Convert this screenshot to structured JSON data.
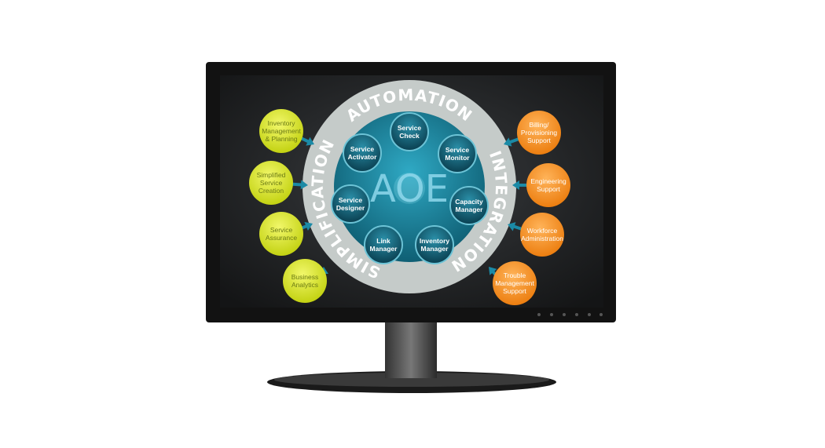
{
  "center": {
    "title": "AOE"
  },
  "ring": {
    "top": "AUTOMATION",
    "right": "INTEGRATION",
    "left": "SIMPLIFICATION"
  },
  "modules": [
    [
      "Service",
      "Check"
    ],
    [
      "Service",
      "Monitor"
    ],
    [
      "Capacity",
      "Manager"
    ],
    [
      "Inventory",
      "Manager"
    ],
    [
      "Link",
      "Manager"
    ],
    [
      "Service",
      "Designer"
    ],
    [
      "Service",
      "Activator"
    ]
  ],
  "left_items": [
    [
      "Inventory",
      "Management",
      "& Planning"
    ],
    [
      "Simplified",
      "Service",
      "Creation"
    ],
    [
      "Service",
      "Assurance"
    ],
    [
      "Business",
      "Analytics"
    ]
  ],
  "right_items": [
    [
      "Billing/",
      "Provisioning",
      "Support"
    ],
    [
      "Engineering",
      "Support"
    ],
    [
      "Workforce",
      "Administration"
    ],
    [
      "Trouble",
      "Management",
      "Support"
    ]
  ],
  "colors": {
    "yellow": "#d4e21c",
    "orange": "#f39322",
    "teal": "#1d7f96",
    "ring": "#c5cbc9",
    "bezel": "#121212"
  }
}
